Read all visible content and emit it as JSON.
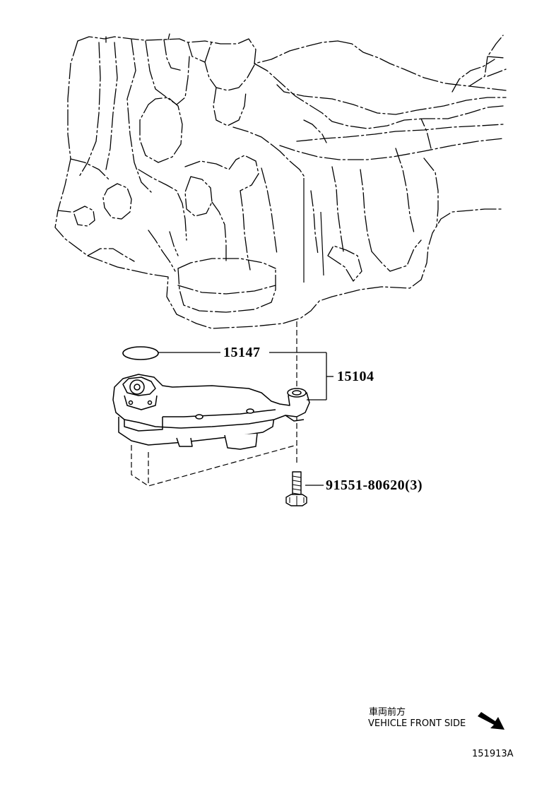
{
  "diagram": {
    "callouts": {
      "o_ring": "15147",
      "oil_strainer_assy": "15104",
      "bolt": "91551-80620(3)"
    },
    "orientation_note": {
      "japanese": "車両前方",
      "english": "VEHICLE FRONT SIDE"
    },
    "figure_id": "151913A"
  }
}
